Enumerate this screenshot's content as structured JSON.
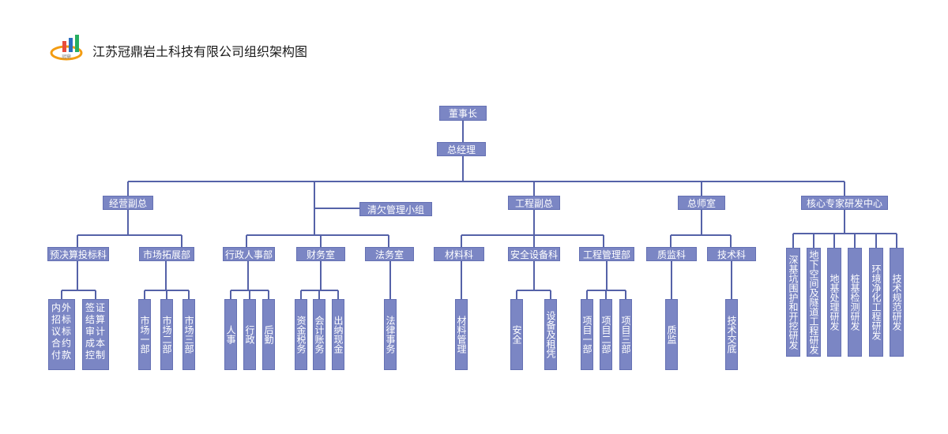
{
  "header": {
    "title": "江苏冠鼎岩土科技有限公司组织架构图",
    "logo_icon": "bar-chart-swoosh-logo",
    "logo_text": "冠鼎"
  },
  "colors": {
    "box": "#7b86c4",
    "line": "#5562a8",
    "text": "#ffffff"
  },
  "org": {
    "chairman": "董事长",
    "general_manager": "总经理",
    "side_group": "清欠管理小组",
    "divisions": [
      {
        "label": "经营副总",
        "departments": [
          {
            "label": "预决算投标科",
            "units": [
              [
                "内外",
                "招标",
                "议标",
                "合约",
                "付款"
              ],
              [
                "签证",
                "结算",
                "审计",
                "成本",
                "控制"
              ]
            ]
          },
          {
            "label": "市场拓展部",
            "units": [
              "市场一部",
              "市场二部",
              "市场三部"
            ]
          }
        ]
      },
      {
        "label": "",
        "departments": [
          {
            "label": "行政人事部",
            "units": [
              "人事",
              "行政",
              "后勤"
            ]
          },
          {
            "label": "财务室",
            "units": [
              "资金税务",
              "会计账务",
              "出纳现金"
            ]
          },
          {
            "label": "法务室",
            "units": [
              "法律事务"
            ]
          }
        ]
      },
      {
        "label": "工程副总",
        "departments": [
          {
            "label": "材料科",
            "units": [
              "材料管理"
            ]
          },
          {
            "label": "安全设备科",
            "units": [
              "安全",
              "设备及租凭"
            ]
          },
          {
            "label": "工程管理部",
            "units": [
              "项目一部",
              "项目二部",
              "项目三部"
            ]
          }
        ]
      },
      {
        "label": "总师室",
        "departments": [
          {
            "label": "质监科",
            "units": [
              "质监"
            ]
          },
          {
            "label": "技术科",
            "units": [
              "技术交底"
            ]
          }
        ]
      },
      {
        "label": "核心专家研发中心",
        "units": [
          "深基坑围护和开挖研发",
          "地下空间及隧道工程研发",
          "地基处理研发",
          "桩基检测研发",
          "环境净化工程研发",
          "技术规范研发"
        ]
      }
    ]
  }
}
